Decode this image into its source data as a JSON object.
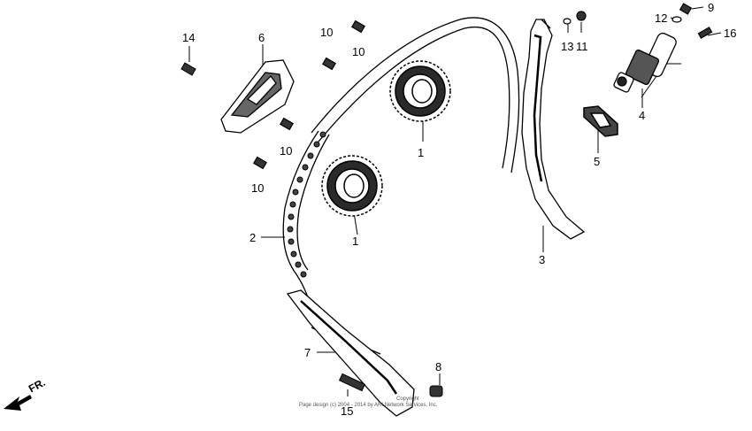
{
  "diagram": {
    "callouts": [
      "1",
      "1",
      "2",
      "3",
      "4",
      "5",
      "6",
      "7",
      "8",
      "9",
      "10",
      "10",
      "10",
      "10",
      "11",
      "12",
      "13",
      "14",
      "15",
      "16"
    ],
    "direction_label": "FR.",
    "copyright_line1": "Copyright",
    "copyright_line2": "Page design (c) 2004 - 2014 by ARI Network Services, Inc."
  }
}
